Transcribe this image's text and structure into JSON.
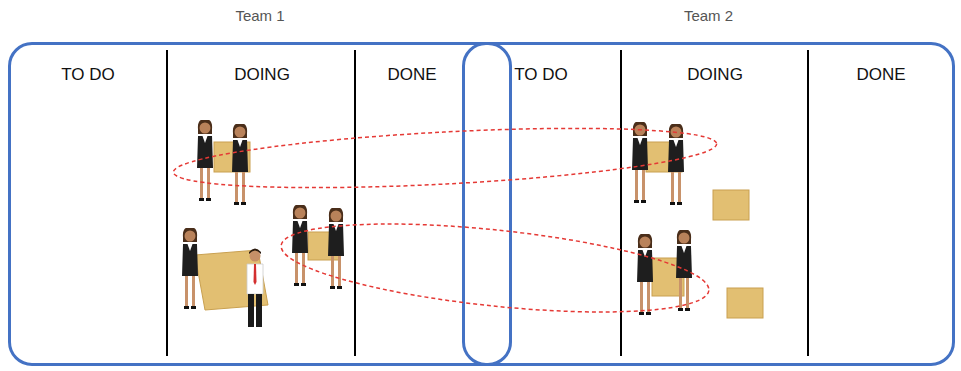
{
  "diagram": {
    "nodes": [
      {
        "text": [
          "Team 1"
        ]
      },
      {
        "text": [
          "Team 2"
        ]
      }
    ],
    "labels": [
      "TO DO",
      "DOING",
      "DONE",
      "TO DO",
      "DOING",
      "DONE"
    ]
  }
}
